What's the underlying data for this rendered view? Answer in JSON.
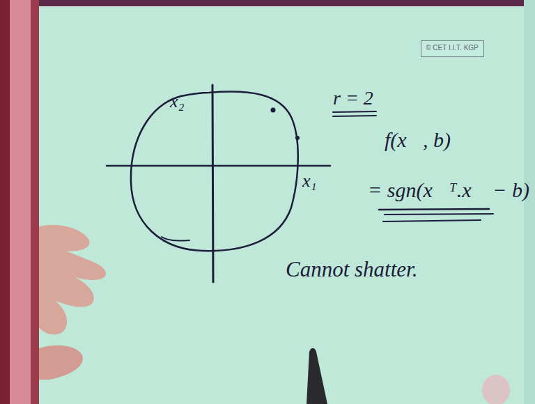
{
  "diagram": {
    "nodes": [
      {
        "text": [
          "© CET I.I.T. KGP"
        ]
      }
    ],
    "labels": [
      "r = 2",
      "x₂",
      "x₁",
      "f(x⃗, b)",
      "= sgn(x⃗ᵀ.x⃗ − b)",
      "Cannot shatter."
    ]
  }
}
